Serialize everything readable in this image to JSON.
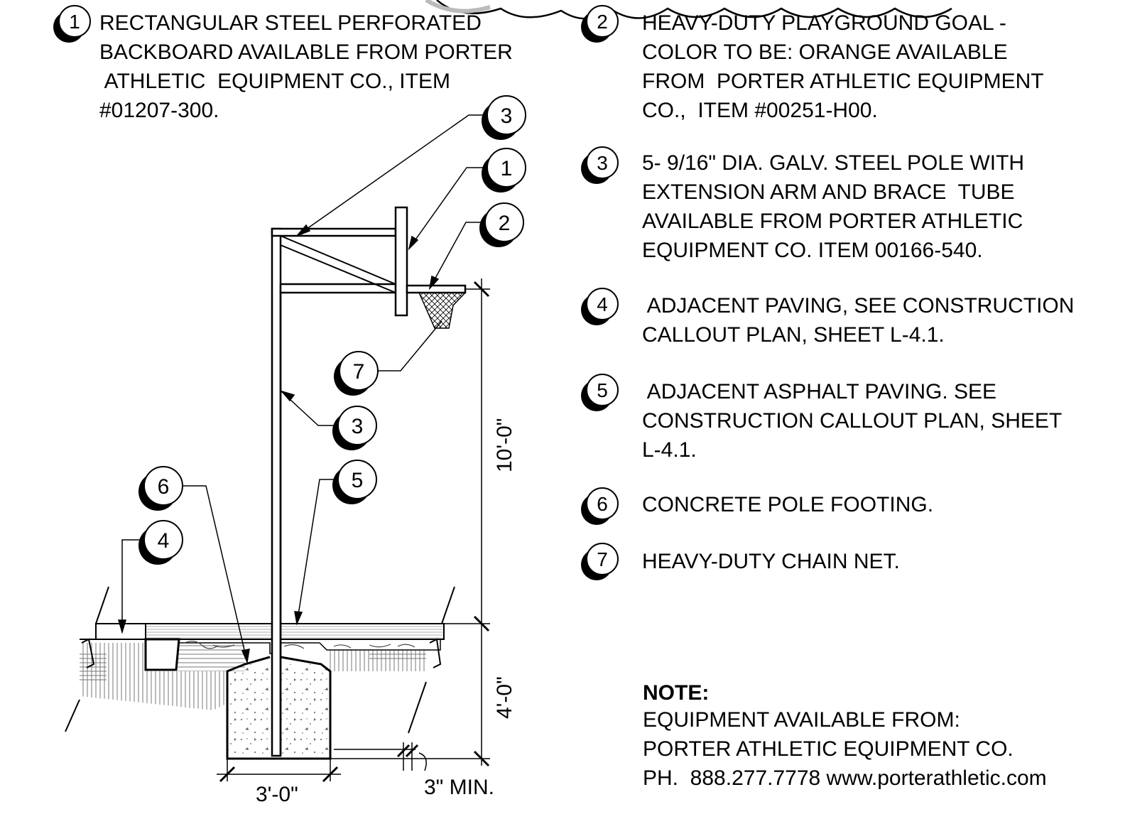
{
  "legend": [
    {
      "num": "1",
      "lines": [
        "RECTANGULAR STEEL PERFORATED",
        "BACKBOARD AVAILABLE FROM PORTER",
        " ATHLETIC  EQUIPMENT CO., ITEM",
        "#01207-300."
      ]
    },
    {
      "num": "2",
      "lines": [
        "HEAVY-DUTY PLAYGROUND GOAL -",
        "COLOR TO BE: ORANGE AVAILABLE",
        "FROM  PORTER ATHLETIC EQUIPMENT",
        "CO.,  ITEM #00251-H00."
      ]
    },
    {
      "num": "3",
      "lines": [
        "5- 9/16\" DIA. GALV. STEEL POLE WITH",
        "EXTENSION ARM AND BRACE  TUBE",
        "AVAILABLE FROM PORTER ATHLETIC",
        "EQUIPMENT CO. ITEM 00166-540."
      ]
    },
    {
      "num": "4",
      "lines": [
        " ADJACENT PAVING, SEE CONSTRUCTION",
        "CALLOUT PLAN, SHEET L-4.1."
      ]
    },
    {
      "num": "5",
      "lines": [
        " ADJACENT ASPHALT PAVING. SEE",
        "CONSTRUCTION CALLOUT PLAN, SHEET",
        "L-4.1."
      ]
    },
    {
      "num": "6",
      "lines": [
        "CONCRETE POLE FOOTING."
      ]
    },
    {
      "num": "7",
      "lines": [
        "HEAVY-DUTY CHAIN NET."
      ]
    }
  ],
  "callouts": {
    "c1": "1",
    "c2": "2",
    "c3_top": "3",
    "c7": "7",
    "c3_pole": "3",
    "c5": "5",
    "c6": "6",
    "c4": "4"
  },
  "dimensions": {
    "rim_height": "10'-0\"",
    "footing_depth": "4'-0\"",
    "footing_width": "3'-0\"",
    "min_clearance": "3\" MIN."
  },
  "note": {
    "heading": "NOTE:",
    "lines": [
      "EQUIPMENT AVAILABLE FROM:",
      "PORTER ATHLETIC EQUIPMENT CO.",
      "PH.  888.277.7778 www.porterathletic.com"
    ]
  }
}
